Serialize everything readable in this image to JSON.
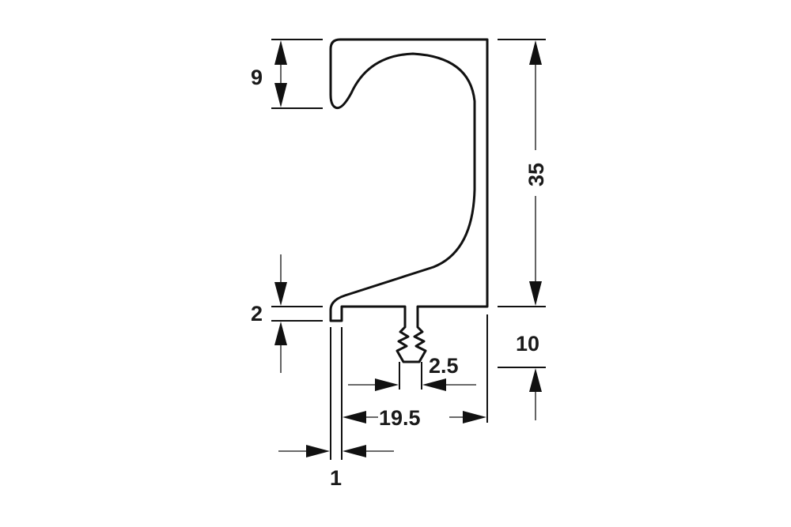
{
  "diagram": {
    "type": "technical-profile-drawing",
    "subject": "handle profile cross-section",
    "colors": {
      "line": "#111111",
      "background": "#ffffff"
    },
    "dimensions": {
      "lip_height": {
        "value": "9"
      },
      "profile_height": {
        "value": "35"
      },
      "base_thickness": {
        "value": "2"
      },
      "spline_depth": {
        "value": "10"
      },
      "spline_width": {
        "value": "2.5"
      },
      "inner_width": {
        "value": "19.5"
      },
      "wall_thickness": {
        "value": "1"
      }
    }
  }
}
